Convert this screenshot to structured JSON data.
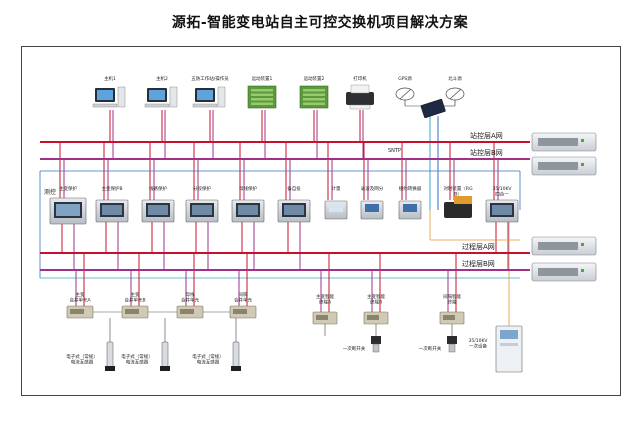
{
  "title": "源拓-智能变电站自主可控交换机项目解决方案",
  "station_devices": [
    {
      "label": "主机1",
      "icon": "workstation-icon"
    },
    {
      "label": "主机2",
      "icon": "workstation-icon"
    },
    {
      "label": "五防工作站/操作员",
      "icon": "workstation-icon"
    },
    {
      "label": "远动装置1",
      "icon": "telecontrol-unit-icon"
    },
    {
      "label": "远动装置2",
      "icon": "telecontrol-unit-icon"
    },
    {
      "label": "打印机",
      "icon": "printer-icon"
    },
    {
      "label": "GPS源",
      "icon": "satellite-icon"
    },
    {
      "label": "北斗源",
      "icon": "satellite-icon"
    }
  ],
  "buses": {
    "station_a": "站控层A网",
    "station_b": "站控层B网",
    "sntp": "SNTP",
    "process_a": "过程层A网",
    "process_b": "过程层B网"
  },
  "measure_label": "测控",
  "bay_devices": [
    {
      "label": "主变保护"
    },
    {
      "label": "主变保护B"
    },
    {
      "label": "线路保护"
    },
    {
      "label": "分段保护"
    },
    {
      "label": "母线保护"
    },
    {
      "label": "备自投"
    },
    {
      "label": "计量"
    },
    {
      "label": "录波及网分"
    },
    {
      "label": "规约转换器"
    },
    {
      "label": "对时装置（RG B）"
    },
    {
      "label": "35/10KV 四合一"
    }
  ],
  "merging_units": [
    {
      "label": "主变 合并单元A"
    },
    {
      "label": "主变 合并单元B"
    },
    {
      "label": "母线 合并单元"
    },
    {
      "label": "间隔 合并单元"
    }
  ],
  "smart_terminals": [
    {
      "label": "主变智能 终端A"
    },
    {
      "label": "主变智能 终端B"
    },
    {
      "label": "间隔智能 终端"
    }
  ],
  "sensors": [
    {
      "label": "电子式（常规） 电流互感器"
    },
    {
      "label": "电子式（常规） 电流互感器"
    },
    {
      "label": "电子式（常规） 电流互感器"
    }
  ],
  "switches": [
    {
      "label": "一次断开关"
    },
    {
      "label": "一次断开关"
    }
  ],
  "cabinet": {
    "label": "35/10KV 一次设备"
  },
  "colors": {
    "red_bus": "#c8102e",
    "magenta_bus": "#a0308a",
    "blue_line": "#2f72c2",
    "cyan_line": "#3aa7c9",
    "orange_line": "#e39a2d",
    "frame": "#444444"
  }
}
